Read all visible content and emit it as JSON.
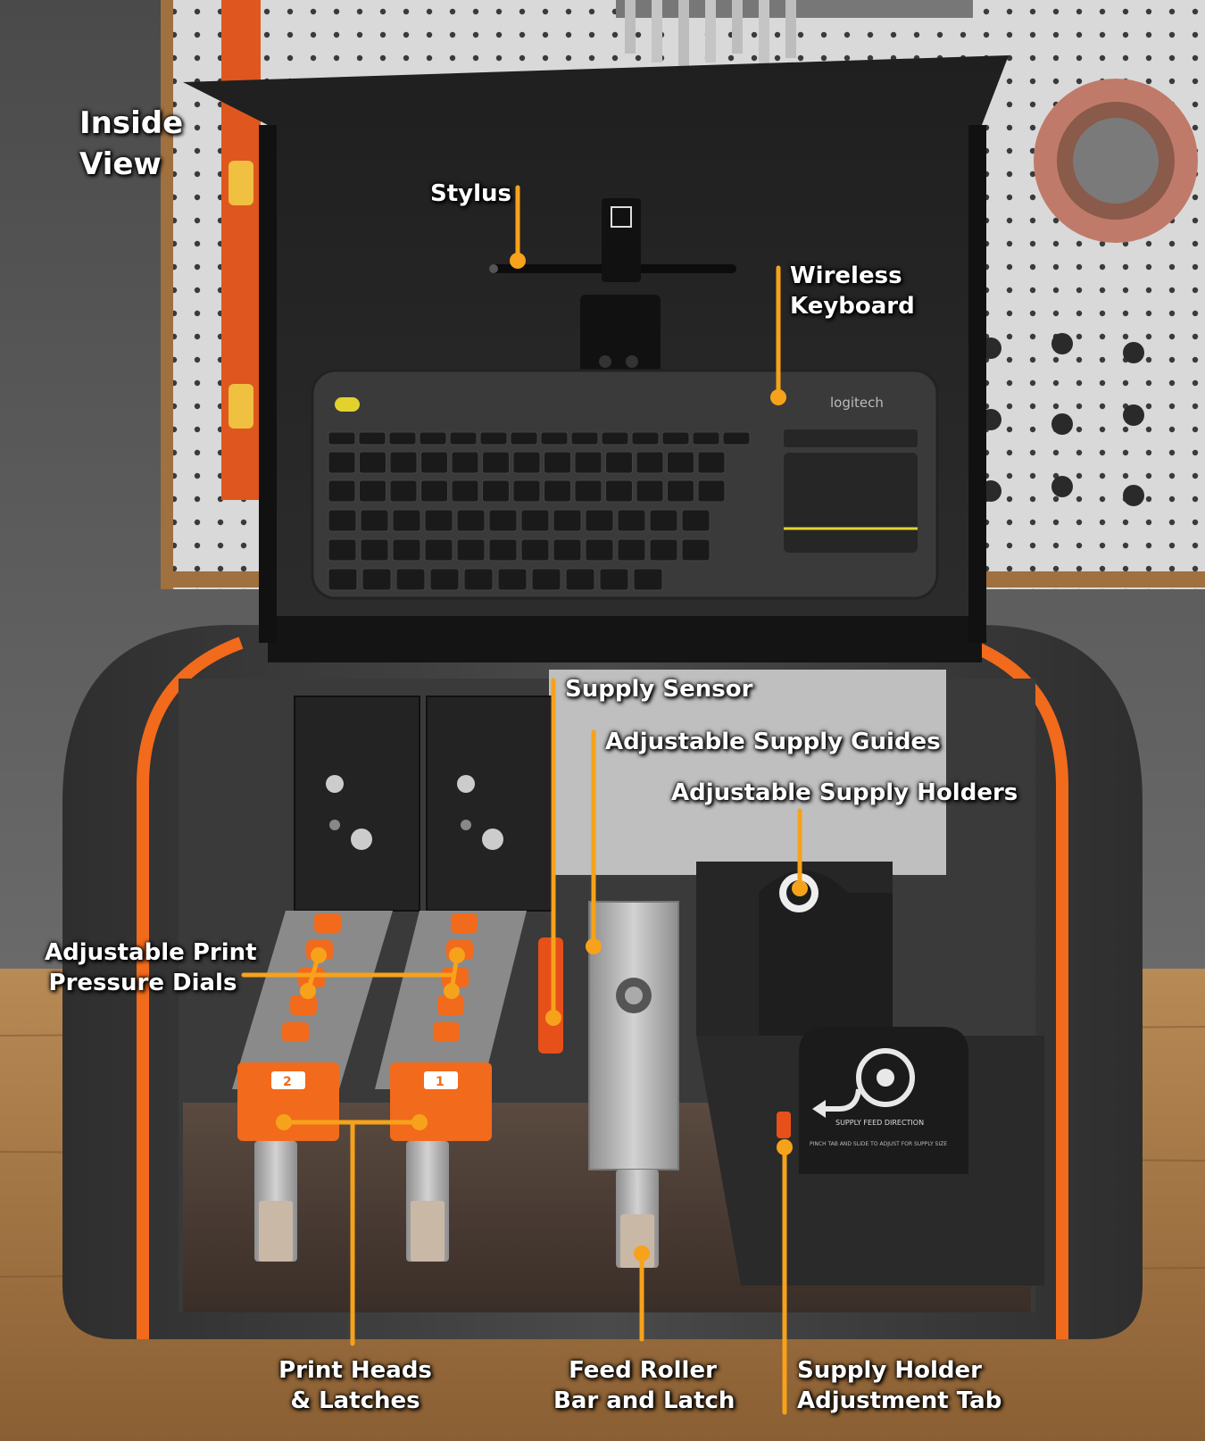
{
  "title": [
    "Inside",
    "View"
  ],
  "accent_color": "#f7a21b",
  "machine_orange": "#f26a1b",
  "labels": {
    "stylus": [
      "Stylus"
    ],
    "keyboard": [
      "Wireless",
      "Keyboard"
    ],
    "supply_sensor": [
      "Supply Sensor"
    ],
    "supply_guides": [
      "Adjustable Supply Guides"
    ],
    "supply_holders": [
      "Adjustable Supply Holders"
    ],
    "pressure_dials": [
      "Adjustable Print",
      "Pressure Dials"
    ],
    "print_heads": [
      "Print Heads",
      "& Latches"
    ],
    "feed_roller": [
      "Feed Roller",
      "Bar and Latch"
    ],
    "holder_tab": [
      "Supply Holder",
      "Adjustment Tab"
    ]
  },
  "device_text": {
    "keyboard_brand": "logitech",
    "head_numbers": [
      "2",
      "1"
    ],
    "supply_arrow_text": "SUPPLY FEED DIRECTION",
    "supply_hint_text": "PINCH TAB AND SLIDE TO ADJUST FOR SUPPLY SIZE"
  },
  "icons": [
    "pegboard",
    "wrench-rack",
    "tape-roll",
    "level-tool",
    "logitech-keyboard",
    "stylus-pen",
    "print-head",
    "feed-roller",
    "supply-holder",
    "supply-direction-icon"
  ]
}
